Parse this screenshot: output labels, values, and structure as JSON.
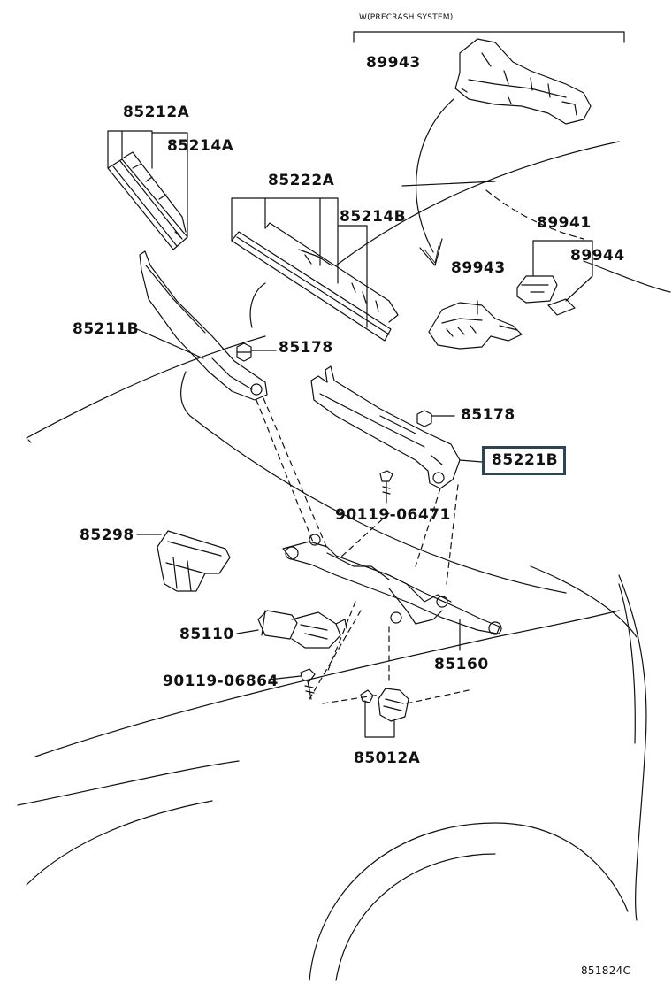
{
  "diagram": {
    "condition_note": "W(PRECRASH SYSTEM)",
    "illustration_code": "851824C",
    "highlight_color": "#2b4552",
    "line_color": "#111111",
    "parts": {
      "p89943_top": "89943",
      "p85212A": "85212A",
      "p85214A": "85214A",
      "p85222A": "85222A",
      "p85214B": "85214B",
      "p89941": "89941",
      "p89944": "89944",
      "p89943_lower": "89943",
      "p85211B": "85211B",
      "p85178_a": "85178",
      "p85178_b": "85178",
      "p85221B": "85221B",
      "p90119_06471": "90119-06471",
      "p85298": "85298",
      "p85110": "85110",
      "p85160": "85160",
      "p90119_06864": "90119-06864",
      "p85012A": "85012A"
    }
  }
}
